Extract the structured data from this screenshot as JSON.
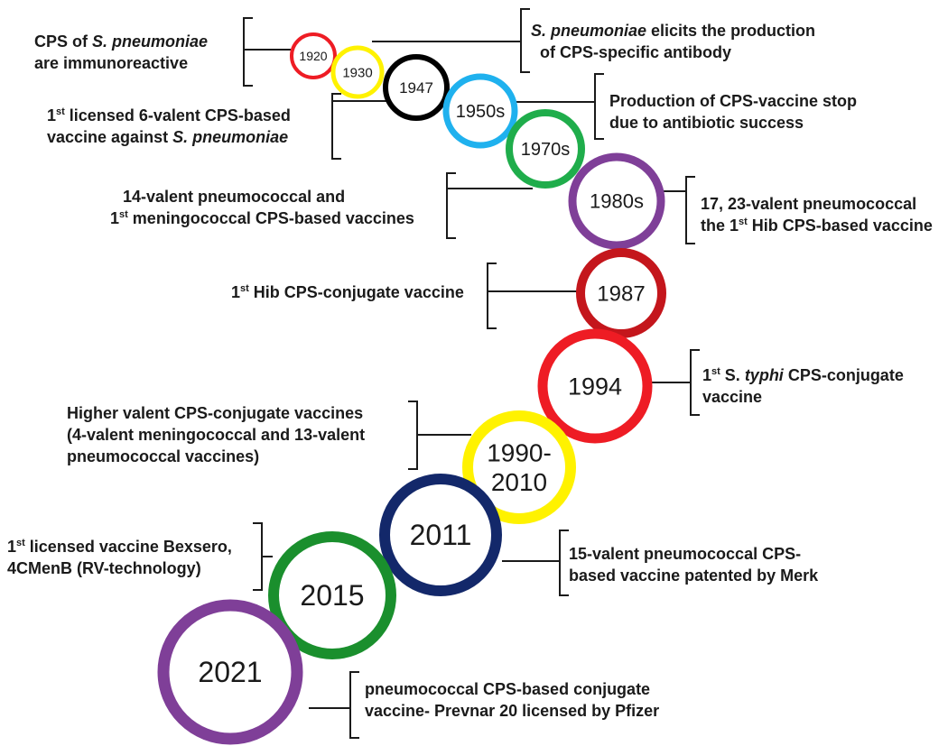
{
  "rings": [
    {
      "year": "1920",
      "color": "#ee1c24"
    },
    {
      "year": "1930",
      "color": "#fff200"
    },
    {
      "year": "1947",
      "color": "#000000"
    },
    {
      "year": "1950s",
      "color": "#1fb1ee"
    },
    {
      "year": "1970s",
      "color": "#1fad4b"
    },
    {
      "year": "1980s",
      "color": "#7f3f98"
    },
    {
      "year": "1987",
      "color": "#c4161c"
    },
    {
      "year": "1994",
      "color": "#ee1c24"
    },
    {
      "year": "1990-\n2010",
      "color": "#fff200"
    },
    {
      "year": "2011",
      "color": "#13286a"
    },
    {
      "year": "2015",
      "color": "#1a8f2d"
    },
    {
      "year": "2021",
      "color": "#7f3f98"
    }
  ],
  "notes": {
    "n1920": {
      "l1a": "CPS of ",
      "l1b": "S. pneumoniae",
      "l2": "are immunoreactive"
    },
    "n1930": {
      "l1a": "S. pneumoniae",
      "l1b": " elicits the production",
      "l2": "of CPS-specific antibody"
    },
    "n1947": {
      "sup": "st",
      "l1": "1",
      "l1b": " licensed 6-valent CPS-based",
      "l2a": "vaccine against ",
      "l2b": "S. pneumoniae"
    },
    "n1950": {
      "l1": "Production of CPS-vaccine stop",
      "l2": "due to antibiotic success"
    },
    "n1970": {
      "l1": "14-valent pneumococcal and",
      "l2a": "1",
      "sup": "st",
      "l2b": " meningococcal CPS-based vaccines"
    },
    "n1980": {
      "l1": "17, 23-valent pneumococcal",
      "l2a": "the 1",
      "sup": "st",
      "l2b": " Hib CPS-based vaccine"
    },
    "n1987": {
      "l1a": "1",
      "sup": "st",
      "l1b": " Hib CPS-conjugate vaccine"
    },
    "n1994": {
      "l1a": "1",
      "sup": "st",
      "l1b": "  S. ",
      "l1c": "typhi",
      "l1d": " CPS-conjugate",
      "l2": "vaccine"
    },
    "n1990": {
      "l1": "Higher valent CPS-conjugate vaccines",
      "l2": "(4-valent meningococcal and 13-valent",
      "l3": "pneumococcal vaccines)"
    },
    "n2011": {
      "l1": "15-valent pneumococcal CPS-",
      "l2": "based vaccine patented by Merk"
    },
    "n2015": {
      "l1a": "1",
      "sup": "st",
      "l1b": "  licensed vaccine Bexsero,",
      "l2": "4CMenB (RV-technology)"
    },
    "n2021": {
      "l1": "pneumococcal CPS-based conjugate",
      "l2": "vaccine- Prevnar 20 licensed by Pfizer"
    }
  }
}
